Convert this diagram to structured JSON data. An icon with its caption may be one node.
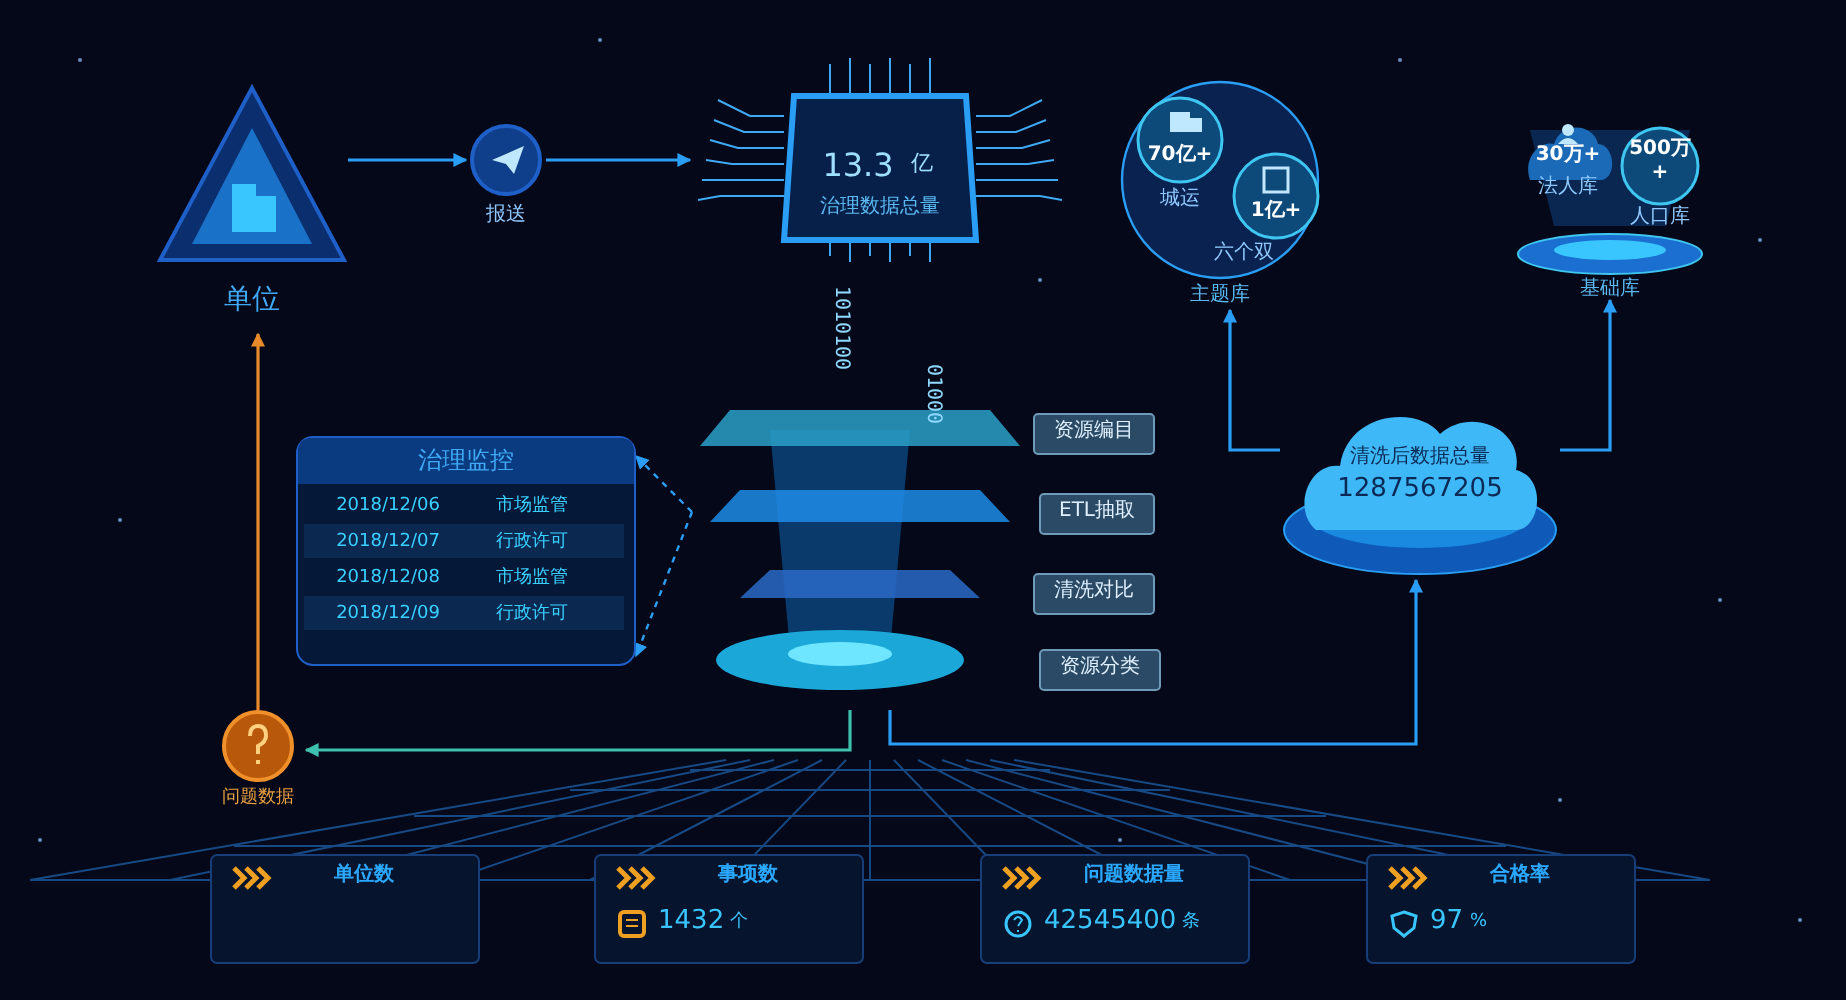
{
  "diagram": {
    "nodes": [
      {
        "text": [
          "单位"
        ]
      },
      {
        "text": [
          "报送"
        ]
      },
      {
        "text": [
          "13.3",
          "亿",
          "治理数据总量"
        ]
      },
      {
        "text": [
          "主题库"
        ]
      },
      {
        "text": [
          "70亿+",
          "城运"
        ],
        "in": 3
      },
      {
        "text": [
          "1亿+",
          "六个双"
        ],
        "in": 3
      },
      {
        "text": [
          "基础库"
        ]
      },
      {
        "text": [
          "30万+",
          "法人库"
        ],
        "in": 6
      },
      {
        "text": [
          "500万 +",
          "人口库"
        ],
        "in": 6
      },
      {
        "text": [],
        "shape": "picture"
      },
      {
        "text": [
          "资源编目"
        ]
      },
      {
        "text": [
          "ETL抽取"
        ]
      },
      {
        "text": [
          "清洗对比"
        ]
      },
      {
        "text": [
          "资源分类"
        ]
      },
      {
        "text": [
          "治理监控",
          "2018/12/06",
          "市场监管",
          "2018/12/07",
          "行政许可",
          "2018/12/08",
          "市场监管",
          "2018/12/09",
          "行政许可"
        ]
      },
      {
        "text": [
          "清洗后数据总量",
          "1287567205"
        ]
      },
      {
        "text": [
          "问题数据"
        ]
      },
      {
        "text": [
          "单位数"
        ]
      },
      {
        "text": [
          "事项数",
          "1432",
          "个"
        ]
      },
      {
        "text": [
          "问题数据量",
          "42545400",
          "条"
        ]
      },
      {
        "text": [
          "合格率",
          "97",
          "%"
        ]
      }
    ],
    "edges": [
      {
        "from": 0,
        "to": 1,
        "arrow": "to"
      },
      {
        "from": 1,
        "to": 2,
        "arrow": "to"
      },
      {
        "from": 9,
        "to": 16,
        "arrow": "to",
        "color": "#3fbfae"
      },
      {
        "from": 9,
        "to": 15,
        "arrow": "to"
      },
      {
        "from": 15,
        "to": 3,
        "arrow": "to"
      },
      {
        "from": 15,
        "to": 6,
        "arrow": "to"
      },
      {
        "from": 16,
        "to": 0,
        "arrow": "to",
        "color": "#e8892a"
      },
      {
        "from": 9,
        "to": 14,
        "arrow": "to",
        "style": "dashed"
      },
      {
        "from": 9,
        "to": 14,
        "arrow": "to",
        "style": "dashed"
      }
    ],
    "labels": [
      "1010100",
      "01000"
    ]
  }
}
